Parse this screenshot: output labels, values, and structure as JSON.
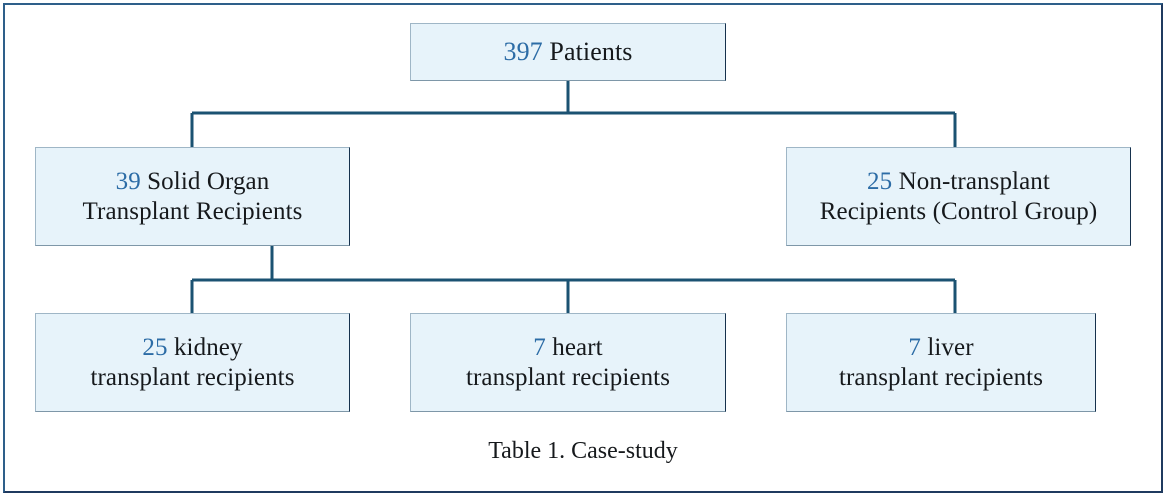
{
  "figure": {
    "caption": "Table 1. Case-study",
    "colors": {
      "frame_border": "#2e5f8a",
      "frame_border_shadow": "#1f3a5f",
      "node_fill": "#e7f3fa",
      "node_border": "#9fb6c6",
      "connector": "#1b5272",
      "number_text": "#2c6ca6",
      "label_text": "#16191c",
      "background": "#ffffff"
    }
  },
  "nodes": {
    "total": {
      "id": "total-patients",
      "count": "397",
      "label": " Patients",
      "line2": ""
    },
    "solid_organ": {
      "id": "solid-organ-transplant-recipients",
      "count": "39",
      "label": " Solid Organ",
      "line2": "Transplant Recipients"
    },
    "control": {
      "id": "non-transplant-control-group",
      "count": "25",
      "label": " Non-transplant",
      "line2": "Recipients (Control Group)"
    },
    "kidney": {
      "id": "kidney-transplant-recipients",
      "count": "25",
      "label": " kidney",
      "line2": "transplant recipients"
    },
    "heart": {
      "id": "heart-transplant-recipients",
      "count": "7",
      "label": " heart",
      "line2": "transplant recipients"
    },
    "liver": {
      "id": "liver-transplant-recipients",
      "count": "7",
      "label": " liver",
      "line2": "transplant recipients"
    }
  },
  "edges": [
    {
      "from": "total",
      "to": "solid_organ"
    },
    {
      "from": "total",
      "to": "control"
    },
    {
      "from": "solid_organ",
      "to": "kidney"
    },
    {
      "from": "solid_organ",
      "to": "heart"
    },
    {
      "from": "solid_organ",
      "to": "liver"
    }
  ]
}
